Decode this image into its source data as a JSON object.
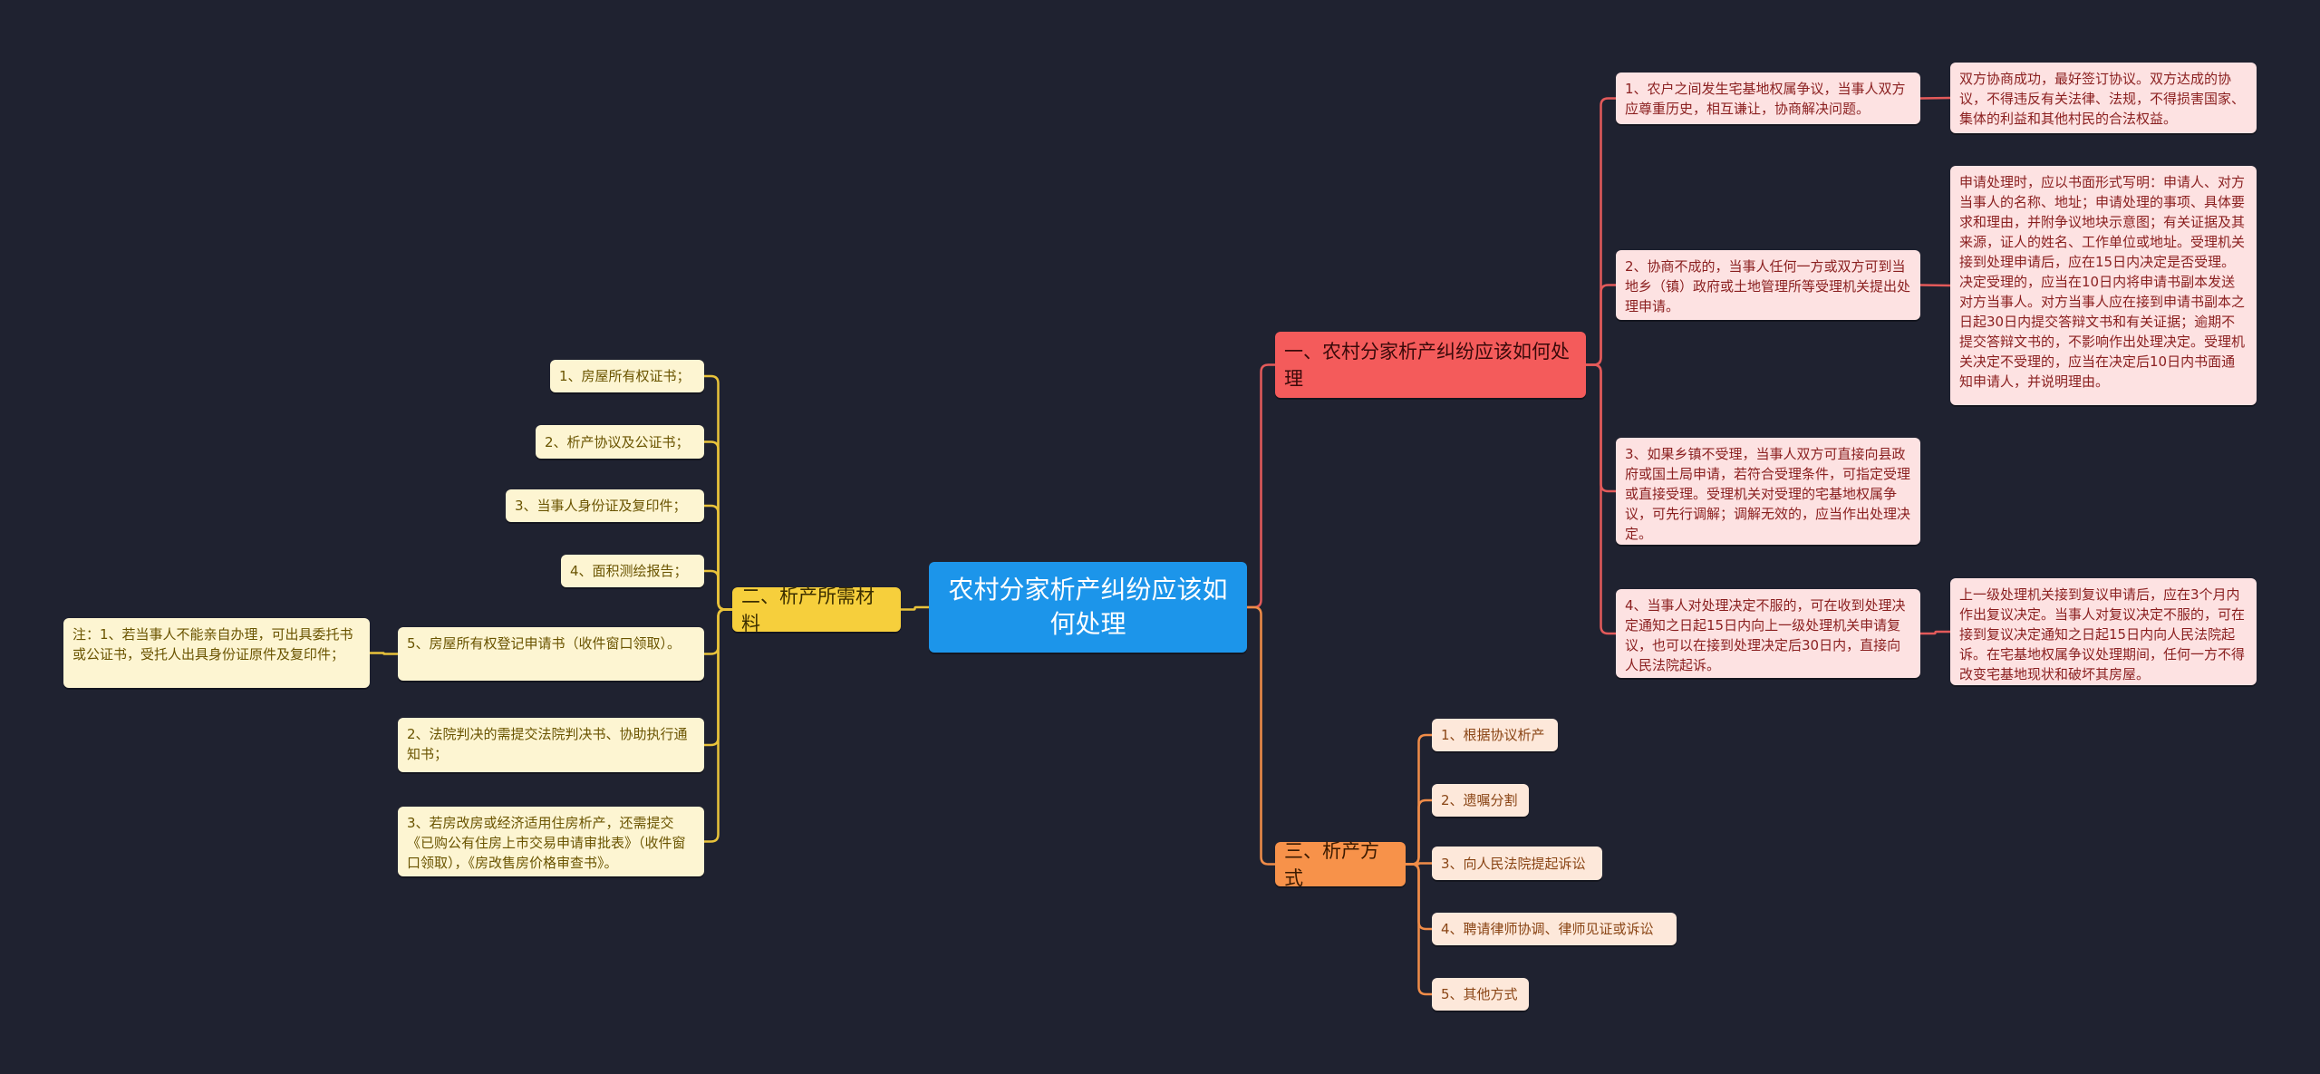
{
  "root": "农村分家析产纠纷应该如何处理",
  "branch1": {
    "title": "一、农村分家析产纠纷应该如何处理",
    "items": [
      {
        "text": "1、农户之间发生宅基地权属争议，当事人双方应尊重历史，相互谦让，协商解决问题。",
        "detail": "双方协商成功，最好签订协议。双方达成的协议，不得违反有关法律、法规，不得损害国家、集体的利益和其他村民的合法权益。"
      },
      {
        "text": "2、协商不成的，当事人任何一方或双方可到当地乡（镇）政府或土地管理所等受理机关提出处理申请。",
        "detail": "申请处理时，应以书面形式写明：申请人、对方当事人的名称、地址；申请处理的事项、具体要求和理由，并附争议地块示意图；有关证据及其来源，证人的姓名、工作单位或地址。受理机关接到处理申请后，应在15日内决定是否受理。决定受理的，应当在10日内将申请书副本发送对方当事人。对方当事人应在接到申请书副本之日起30日内提交答辩文书和有关证据；逾期不提交答辩文书的，不影响作出处理决定。受理机关决定不受理的，应当在决定后10日内书面通知申请人，并说明理由。"
      },
      {
        "text": "3、如果乡镇不受理，当事人双方可直接向县政府或国土局申请，若符合受理条件，可指定受理或直接受理。受理机关对受理的宅基地权属争议，可先行调解；调解无效的，应当作出处理决定。"
      },
      {
        "text": "4、当事人对处理决定不服的，可在收到处理决定通知之日起15日内向上一级处理机关申请复议，也可以在接到处理决定后30日内，直接向人民法院起诉。",
        "detail": "上一级处理机关接到复议申请后，应在3个月内作出复议决定。当事人对复议决定不服的，可在接到复议决定通知之日起15日内向人民法院起诉。在宅基地权属争议处理期间，任何一方不得改变宅基地现状和破坏其房屋。"
      }
    ]
  },
  "branch2": {
    "title": "二、析产所需材料",
    "items": [
      "1、房屋所有权证书；",
      "2、析产协议及公证书；",
      "3、当事人身份证及复印件；",
      "4、面积测绘报告；",
      "5、房屋所有权登记申请书（收件窗口领取）。",
      "2、法院判决的需提交法院判决书、协助执行通知书；",
      "3、若房改房或经济适用住房析产，还需提交《已购公有住房上市交易申请审批表》（收件窗口领取），《房改售房价格审查书》。"
    ],
    "note": "注：1、若当事人不能亲自办理，可出具委托书或公证书，受托人出具身份证原件及复印件；"
  },
  "branch3": {
    "title": "三、析产方式",
    "items": [
      "1、根据协议析产",
      "2、遗嘱分割",
      "3、向人民法院提起诉讼",
      "4、聘请律师协调、律师见证或诉讼",
      "5、其他方式"
    ]
  },
  "colors": {
    "background": "#1f2230",
    "root": "#1c95ea",
    "red": "#f45b5b",
    "yellow": "#f6cf3c",
    "orange": "#f7924a"
  }
}
